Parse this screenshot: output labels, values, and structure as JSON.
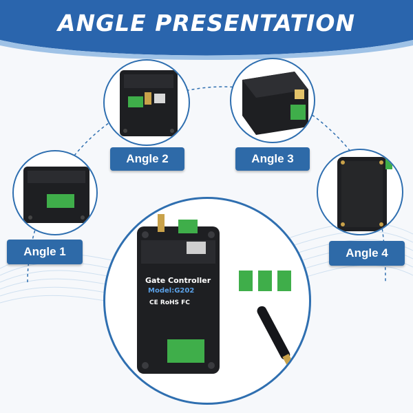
{
  "title": "ANGLE PRESENTATION",
  "angles": [
    {
      "label": "Angle 1"
    },
    {
      "label": "Angle 2"
    },
    {
      "label": "Angle 3"
    },
    {
      "label": "Angle 4"
    }
  ],
  "device": {
    "name": "Gate Controller",
    "model": "Model:G202",
    "marks": "CE RoHS FC"
  },
  "colors": {
    "accent": "#2e6aa8",
    "header": "#2a65ad",
    "device_body": "#1e1f22",
    "terminal": "#3fae4a"
  }
}
